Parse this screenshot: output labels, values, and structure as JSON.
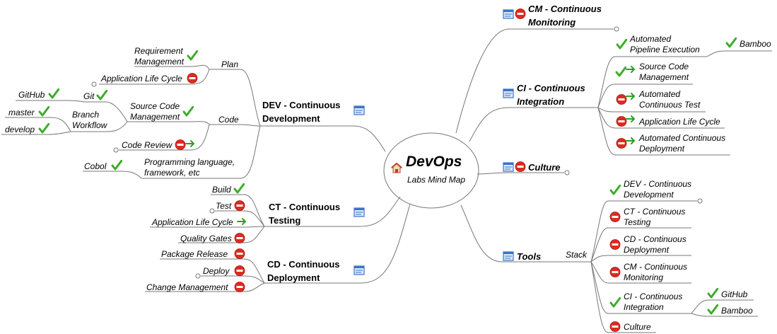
{
  "icons": {
    "ok": "checkmark-icon",
    "stop": "stop-icon",
    "arrow": "arrow-right-icon",
    "note": "notes-icon",
    "home": "home-icon"
  },
  "colors": {
    "ok": "#3dab2b",
    "stop": "#e02a22",
    "arrow": "#2aa02a",
    "note": "#3b73c9",
    "line": "#777777"
  },
  "center": {
    "title": "DevOps",
    "subtitle": "Labs Mind Map"
  },
  "dev": {
    "title": "DEV - Continuous\nDevelopment",
    "plan": {
      "label": "Plan",
      "requirement": "Requirement\nManagement",
      "alc": "Application Life Cycle"
    },
    "code": {
      "label": "Code",
      "scm": "Source Code\nManagement",
      "git": "Git",
      "github": "GitHub",
      "branch": "Branch\nWorkflow",
      "master": "master",
      "develop": "develop",
      "review": "Code Review",
      "lang": "Programming language,\nframework, etc",
      "cobol": "Cobol"
    }
  },
  "ct": {
    "title": "CT - Continuous\nTesting",
    "build": "Build",
    "test": "Test",
    "alc": "Application Life Cycle",
    "gates": "Quality Gates"
  },
  "cd": {
    "title": "CD - Continuous\nDeployment",
    "release": "Package Release",
    "deploy": "Deploy",
    "change": "Change Management"
  },
  "cm": {
    "title": "CM - Continuous\nMonitoring"
  },
  "ci": {
    "title": "CI - Continuous\nIntegration",
    "auto_pipe": "Automated\nPipeline Execution",
    "bamboo": "Bamboo",
    "scm": "Source Code\nManagement",
    "auto_test": "Automated\nContinuous Test",
    "alc": "Application Life Cycle",
    "auto_deploy": "Automated Continuous\nDeployment"
  },
  "culture": {
    "title": "Culture"
  },
  "tools": {
    "title": "Tools",
    "stack": "Stack",
    "dev": "DEV - Continuous\nDevelopment",
    "ct": "CT - Continuous\nTesting",
    "cd": "CD - Continuous\nDeployment",
    "cm": "CM - Continuous\nMonitoring",
    "ci": "CI - Continuous\nIntegration",
    "github": "GitHub",
    "bamboo": "Bamboo",
    "culture": "Culture"
  }
}
